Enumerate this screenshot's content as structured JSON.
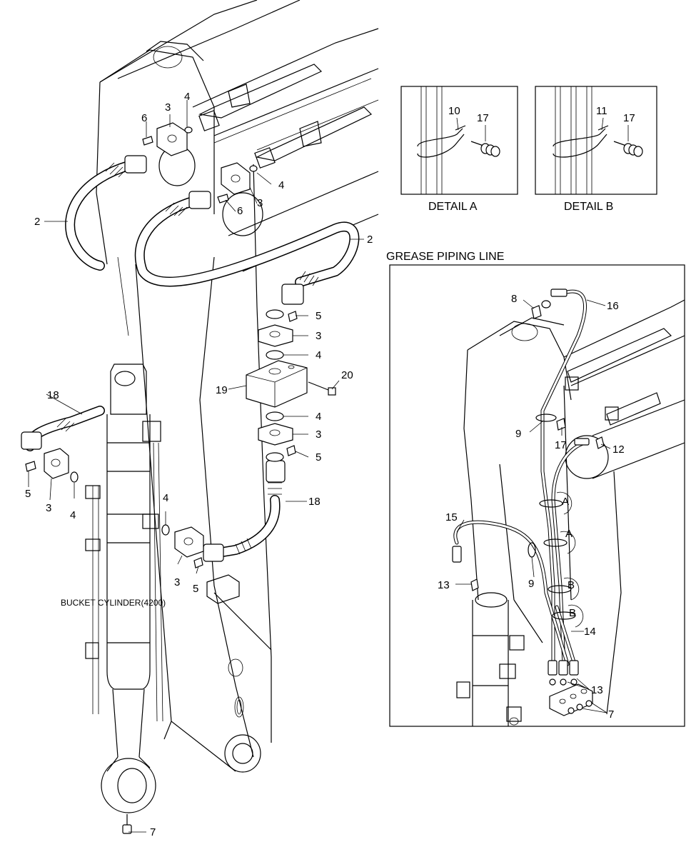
{
  "captions": {
    "detail_a": "DETAIL A",
    "detail_b": "DETAIL B",
    "grease_title": "GREASE PIPING LINE",
    "bucket_cylinder": "BUCKET CYLINDER(4200)"
  },
  "callouts": {
    "main": {
      "c2_left": "2",
      "c2_right": "2",
      "c3_top": "3",
      "c3_mid": "3",
      "c3_block_top": "3",
      "c3_block_bot": "3",
      "c3_left": "3",
      "c3_bottom": "3",
      "c4_top": "4",
      "c4_mid": "4",
      "c4_block_top": "4",
      "c4_block_bot": "4",
      "c4_left": "4",
      "c4_cyl": "4",
      "c5_block_top": "5",
      "c5_block_bot": "5",
      "c5_left": "5",
      "c5_bottom": "5",
      "c6_top": "6",
      "c6_mid": "6",
      "c7_bottom": "7",
      "c18_left": "18",
      "c18_right": "18",
      "c19": "19",
      "c20": "20"
    },
    "detail_a": {
      "c10": "10",
      "c17": "17"
    },
    "detail_b": {
      "c11": "11",
      "c17": "17"
    },
    "grease": {
      "c8": "8",
      "c16": "16",
      "c9_top": "9",
      "c17": "17",
      "c12": "12",
      "cA_1": "A",
      "cA_2": "A",
      "c15": "15",
      "c9_bot": "9",
      "cB_1": "B",
      "c13_left": "13",
      "cB_2": "B",
      "c14": "14",
      "c13_right": "13",
      "c7": "7"
    }
  }
}
